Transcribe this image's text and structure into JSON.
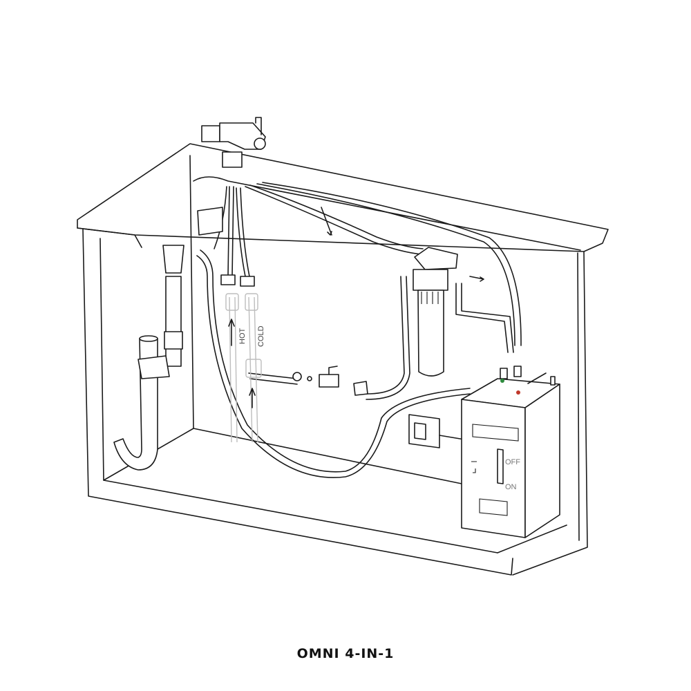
{
  "title": "OMNI 4-IN-1",
  "labels": {
    "hot": "HOT",
    "cold": "COLD",
    "off": "OFF",
    "on": "ON"
  },
  "colors": {
    "line": "#1a1a1a",
    "ghost_pipe": "#bdbdbd",
    "led_green": "#2e8b3e",
    "led_red": "#c0392b"
  }
}
